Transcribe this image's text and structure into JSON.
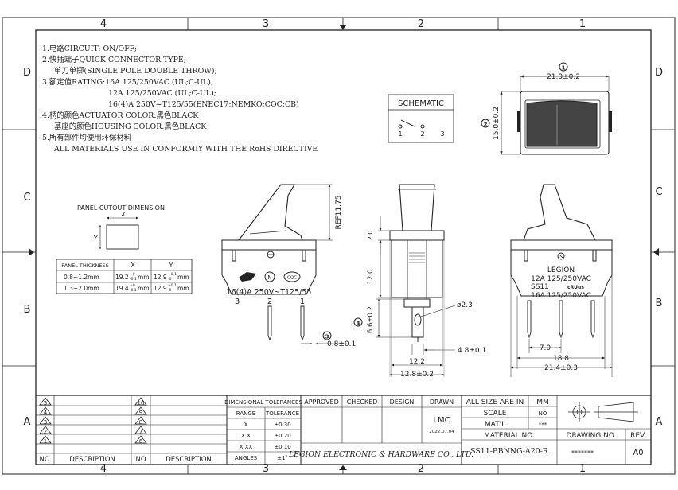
{
  "zone_columns": [
    "4",
    "3",
    "2",
    "1"
  ],
  "zone_rows": [
    "D",
    "C",
    "B",
    "A"
  ],
  "notes": [
    "1.电路CIRCUIT: ON/OFF;",
    "2.快插端子QUICK CONNECTOR TYPE;",
    "单刀单掷(SINGLE POLE DOUBLE THROW);",
    "3.额定值RATING:16A 125/250VAC (UL;C-UL);",
    "12A 125/250VAC (UL;C-UL);",
    "16(4)A 250V~T125/55(ENEC17;NEMKO;CQC;CB)",
    "4.柄的颜色ACTUATOR COLOR:黑色BLACK",
    "基座的颜色HOUSING COLOR:黑色BLACK",
    "5.所有部件均使用环保材料",
    "ALL MATERIALS USE IN CONFORMIY  WITH THE RoHS DIRECTIVE"
  ],
  "schematic": {
    "title": "SCHEMATIC",
    "pins": [
      "1",
      "2",
      "3"
    ]
  },
  "panel_cutout": {
    "title": "PANEL CUTOUT DIMENSION",
    "x_label": "X",
    "y_label": "Y",
    "table": {
      "headers": [
        "PANEL THICKNESS",
        "X",
        "Y"
      ],
      "rows": [
        [
          "0.8~1.2mm",
          "19.2",
          "12.9"
        ],
        [
          "1.3~2.0mm",
          "19.4",
          "12.9"
        ]
      ],
      "x_tol": {
        "upper": "+0",
        "lower": "-0.1",
        "unit": "mm"
      },
      "y_tol": {
        "upper": "+0.1",
        "lower": "-0",
        "unit": "mm"
      }
    }
  },
  "dimensions": {
    "top_width": "21.0±0.2",
    "top_height": "15.0±0.2",
    "ref": "REF11.75",
    "dim_2_0": "2.0",
    "dim_12_0": "12.0",
    "dim_6_6": "6.6±0.2",
    "hole": "ø2.3",
    "dim_4_8": "4.8±0.1",
    "dim_12_2": "12.2",
    "dim_12_8": "12.8±0.2",
    "dim_0_8": "0.8±0.1",
    "dim_7_0": "7.0",
    "dim_18_8": "18.8",
    "dim_21_4": "21.4±0.3"
  },
  "callouts": {
    "top_width": "1",
    "top_height": "2",
    "terminal": "3",
    "side": "4"
  },
  "front_view": {
    "rating": "16(4)A 250V~T125/55",
    "terminals": [
      "3",
      "2",
      "1"
    ],
    "marks": [
      "N",
      "CQC"
    ]
  },
  "side_view": {
    "brand": "LEGION",
    "rating1": "12A 125/250VAC",
    "model": "SS11",
    "rating2": "16A 125/250VAC"
  },
  "title_block": {
    "revision_nos": [
      "5",
      "4",
      "3",
      "2",
      "1"
    ],
    "revision_nos_right": [
      "10",
      "9",
      "8",
      "7",
      "6"
    ],
    "no_label": "NO",
    "description_label": "DESCRIPTION",
    "tolerance_title": "DIMENSIONAL TOLERANCES",
    "tolerance_headers": [
      "RANGE",
      "TOLERANCE"
    ],
    "tolerance_rows": [
      [
        "X",
        "±0.30"
      ],
      [
        "X.X",
        "±0.20"
      ],
      [
        "X.XX",
        "±0.10"
      ],
      [
        "ANGLES",
        "±1°"
      ]
    ],
    "approved": "APPROVED",
    "checked": "CHECKED",
    "design": "DESIGN",
    "drawn": "DRAWN",
    "drawn_by": "LMC",
    "drawn_date": "2022.07.04",
    "company": "LEGION ELECTRONIC & HARDWARE CO., LTD.",
    "size_label": "ALL SIZE ARE IN",
    "size_value": "MM",
    "scale_label": "SCALE",
    "scale_value": "NO",
    "matl_label": "MAT'L",
    "matl_value": "***",
    "material_no_label": "MATERIAL  NO.",
    "material_no": "SS11-BBNNG-A20-R",
    "drawing_no_label": "DRAWING NO.",
    "drawing_no": "*******",
    "rev_label": "REV.",
    "rev": "A0"
  }
}
